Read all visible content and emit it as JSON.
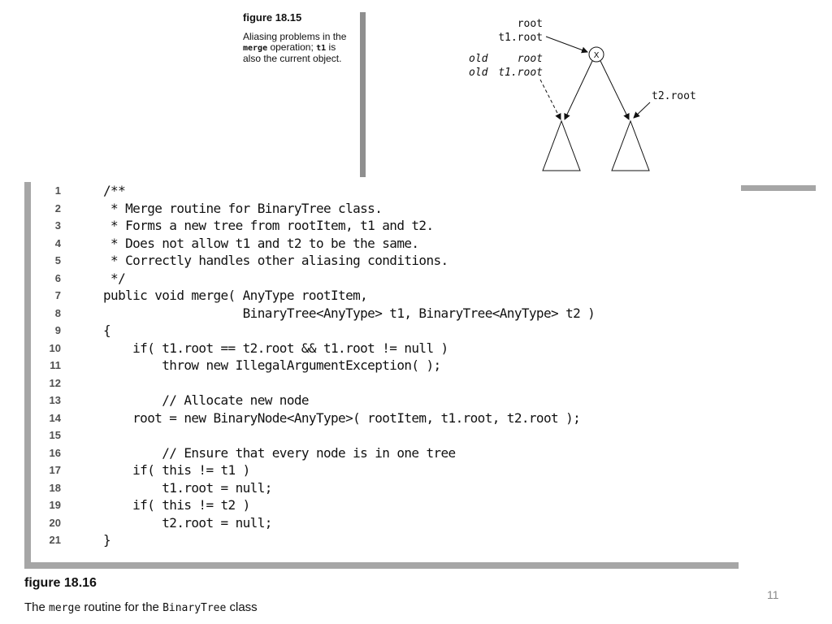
{
  "figure_18_15": {
    "title": "figure 18.15",
    "caption_parts": [
      "Aliasing problems in the ",
      "merge",
      " operation; ",
      "t1",
      " is also the current object."
    ],
    "diagram": {
      "label_root": "root",
      "label_t1_root": "t1.root",
      "label_old_root_1": "old",
      "label_old_root_2": "root",
      "label_old_t1_root_1": "old",
      "label_old_t1_root_2": "t1.root",
      "node_label": "X",
      "label_t2_root": "t2.root"
    }
  },
  "code": {
    "lines": [
      {
        "num": "1",
        "text": "/**"
      },
      {
        "num": "2",
        "text": " * Merge routine for BinaryTree class."
      },
      {
        "num": "3",
        "text": " * Forms a new tree from rootItem, t1 and t2."
      },
      {
        "num": "4",
        "text": " * Does not allow t1 and t2 to be the same."
      },
      {
        "num": "5",
        "text": " * Correctly handles other aliasing conditions."
      },
      {
        "num": "6",
        "text": " */"
      },
      {
        "num": "7",
        "text": "public void merge( AnyType rootItem,"
      },
      {
        "num": "8",
        "text": "                   BinaryTree<AnyType> t1, BinaryTree<AnyType> t2 )"
      },
      {
        "num": "9",
        "text": "{"
      },
      {
        "num": "10",
        "text": "    if( t1.root == t2.root && t1.root != null )"
      },
      {
        "num": "11",
        "text": "        throw new IllegalArgumentException( );"
      },
      {
        "num": "12",
        "text": ""
      },
      {
        "num": "13",
        "text": "        // Allocate new node"
      },
      {
        "num": "14",
        "text": "    root = new BinaryNode<AnyType>( rootItem, t1.root, t2.root );"
      },
      {
        "num": "15",
        "text": ""
      },
      {
        "num": "16",
        "text": "        // Ensure that every node is in one tree"
      },
      {
        "num": "17",
        "text": "    if( this != t1 )"
      },
      {
        "num": "18",
        "text": "        t1.root = null;"
      },
      {
        "num": "19",
        "text": "    if( this != t2 )"
      },
      {
        "num": "20",
        "text": "        t2.root = null;"
      },
      {
        "num": "21",
        "text": "}"
      }
    ]
  },
  "figure_18_16": {
    "title": "figure 18.16",
    "desc_part1": "The ",
    "desc_code1": "merge",
    "desc_part2": " routine for the ",
    "desc_code2": "BinaryTree",
    "desc_part3": " class"
  },
  "page_number": "11"
}
